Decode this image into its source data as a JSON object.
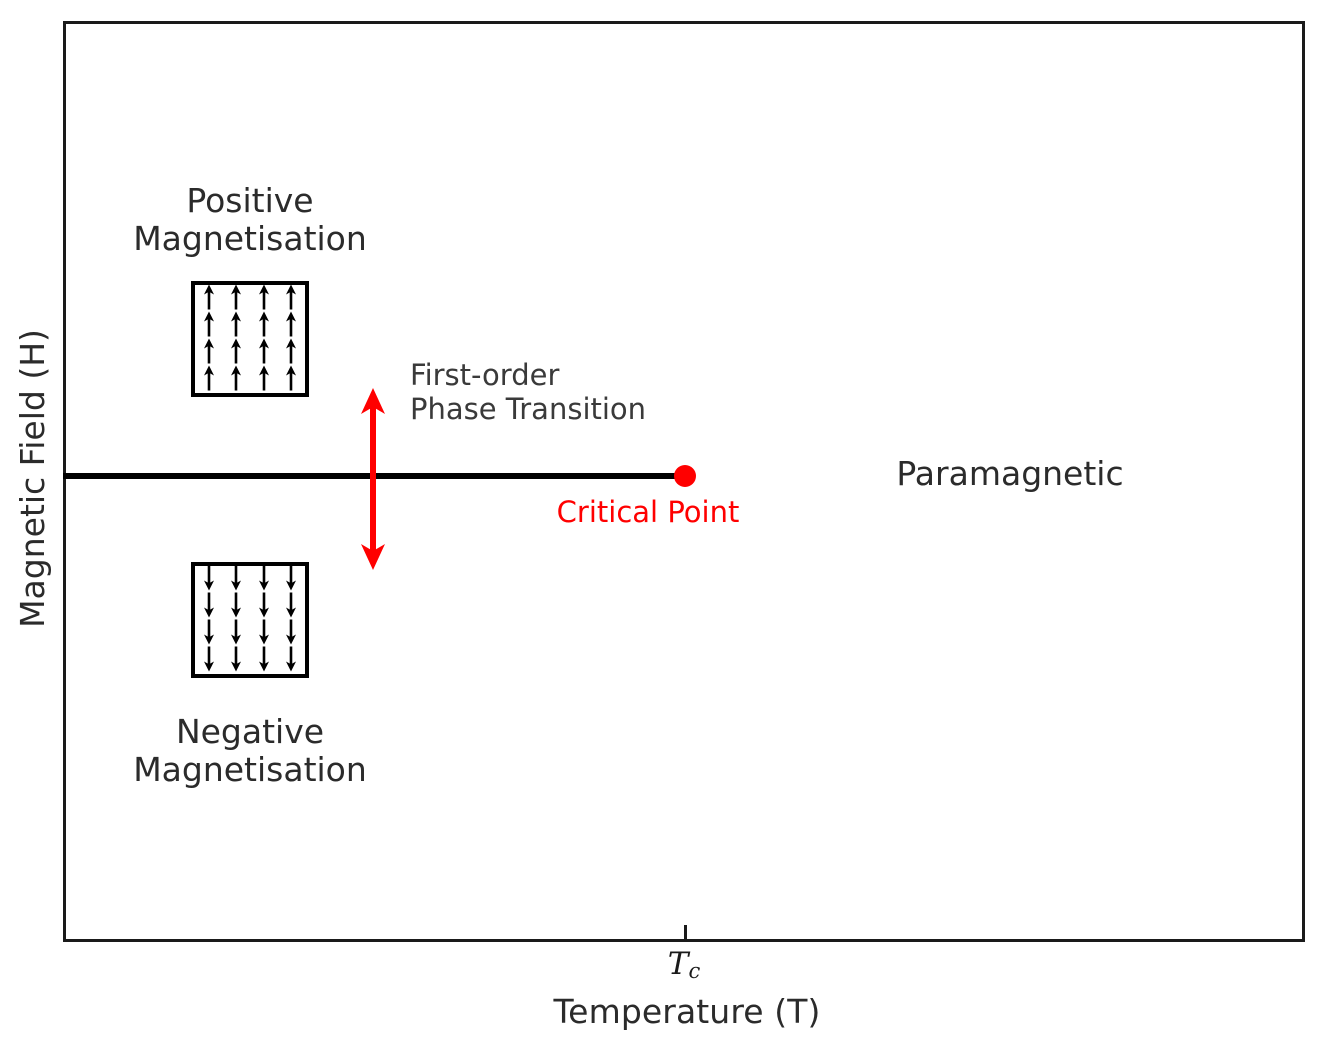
{
  "chart_data": {
    "type": "diagram-phase",
    "title": "",
    "xlabel": "Temperature (T)",
    "ylabel": "Magnetic Field (H)",
    "x_ticks": [
      {
        "label": "Tc",
        "label_base": "T",
        "label_sub": "c",
        "position": 685
      }
    ],
    "y_ticks": [],
    "grid": false,
    "legend": "none",
    "series": [
      {
        "name": "First-order coexistence line",
        "type": "line",
        "color": "#000000",
        "description": "Horizontal line at H = 0 running from the left axis to the critical point at T = Tc"
      },
      {
        "name": "Critical point",
        "type": "scatter",
        "color": "#ff0000",
        "points": [
          {
            "x": "Tc",
            "y": 0
          }
        ]
      }
    ],
    "annotations": [
      {
        "text": "Positive Magnetisation",
        "region": "upper-left",
        "color": "#2b2b2b"
      },
      {
        "text": "Negative Magnetisation",
        "region": "lower-left",
        "color": "#2b2b2b"
      },
      {
        "text": "Paramagnetic",
        "region": "right-of-critical-point",
        "color": "#2b2b2b"
      },
      {
        "text": "First-order Phase Transition",
        "region": "beside-red-double-arrow",
        "color": "#3a3a3a"
      },
      {
        "text": "Critical Point",
        "region": "below-red-dot",
        "color": "#ff0000"
      }
    ]
  },
  "axes": {
    "x_label": "Temperature (T)",
    "y_label": "Magnetic Field (H)",
    "tc_tick": {
      "base": "T",
      "sub": "c"
    }
  },
  "labels": {
    "positive_magnetisation": {
      "line1": "Positive",
      "line2": "Magnetisation"
    },
    "negative_magnetisation": {
      "line1": "Negative",
      "line2": "Magnetisation"
    },
    "paramagnetic": "Paramagnetic",
    "critical_point": "Critical Point",
    "first_order": {
      "line1": "First-order",
      "line2": "Phase Transition"
    }
  },
  "spins": {
    "up_glyph": "↑",
    "down_glyph": "↓",
    "rows": 4,
    "cols": 4,
    "up_box_name": "positive-magnetisation-spin-lattice",
    "down_box_name": "negative-magnetisation-spin-lattice"
  },
  "colors": {
    "frame": "#1a1a1a",
    "line": "#000000",
    "critical": "#ff0000",
    "text": "#2b2b2b",
    "annotation_text": "#3a3a3a",
    "background": "#ffffff"
  }
}
